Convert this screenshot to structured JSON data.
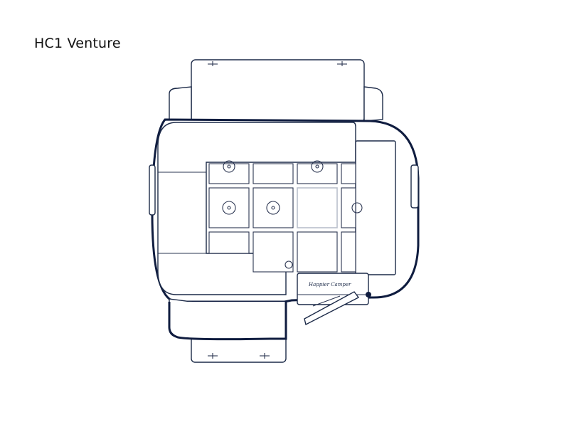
{
  "title": "HC1 Venture",
  "brand_text": "Happier Camper",
  "colors": {
    "outline": "#0f1c3f",
    "line": "#2a3450",
    "background": "#ffffff"
  },
  "module_grid": {
    "rows": 3,
    "cols": 4
  }
}
